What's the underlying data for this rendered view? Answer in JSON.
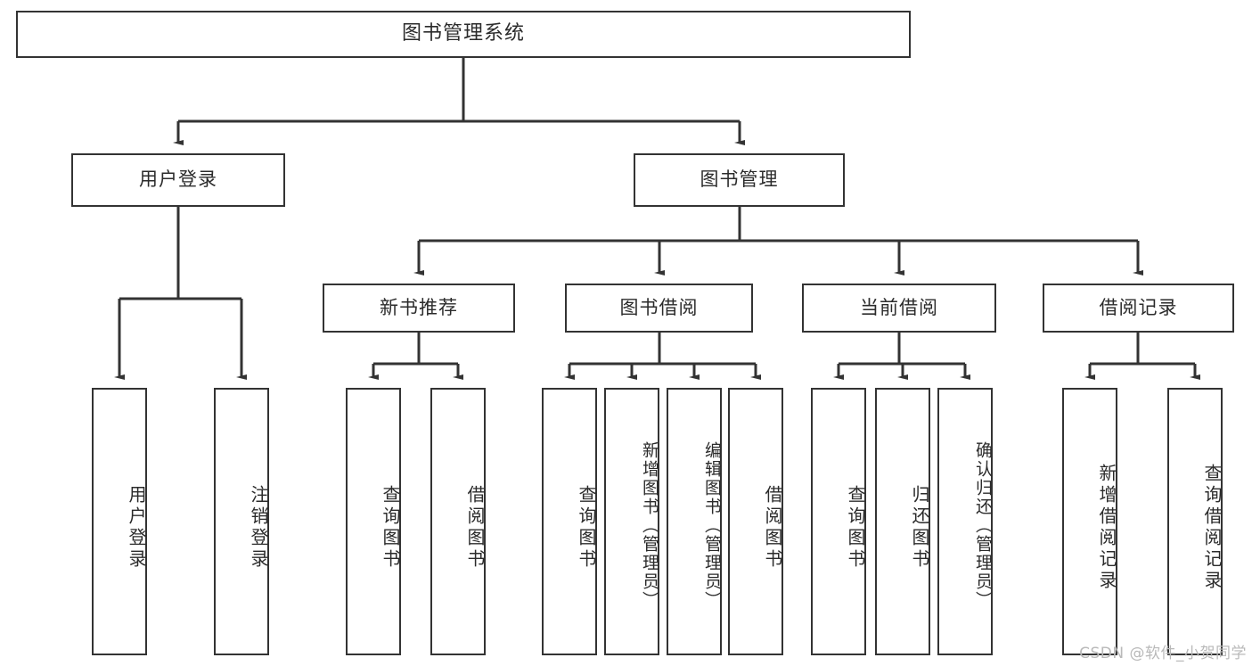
{
  "diagram": {
    "type": "tree-hierarchy",
    "title": "图书管理系统",
    "line_color": "#333333",
    "box_fill": "#ffffff",
    "text_color": "#2b2b2b",
    "background": "#ffffff",
    "nodes": {
      "root": {
        "label": "图书管理系统"
      },
      "level2": [
        {
          "label": "用户登录"
        },
        {
          "label": "图书管理"
        }
      ],
      "level3": [
        {
          "label": "新书推荐"
        },
        {
          "label": "图书借阅"
        },
        {
          "label": "当前借阅"
        },
        {
          "label": "借阅记录"
        }
      ],
      "leaves": {
        "user_login": [
          {
            "label": "用户登录"
          },
          {
            "label": "注销登录"
          }
        ],
        "new_book_recommend": [
          {
            "label": "查询图书"
          },
          {
            "label": "借阅图书"
          }
        ],
        "book_borrow": [
          {
            "label": "查询图书"
          },
          {
            "label": "新增图书（管理员）"
          },
          {
            "label": "编辑图书（管理员）"
          },
          {
            "label": "借阅图书"
          }
        ],
        "current_borrow": [
          {
            "label": "查询图书"
          },
          {
            "label": "归还图书"
          },
          {
            "label": "确认归还（管理员）"
          }
        ],
        "borrow_record": [
          {
            "label": "新增借阅记录"
          },
          {
            "label": "查询借阅记录"
          }
        ]
      }
    }
  },
  "watermark": {
    "text": "CSDN @软件_小贺同学"
  }
}
